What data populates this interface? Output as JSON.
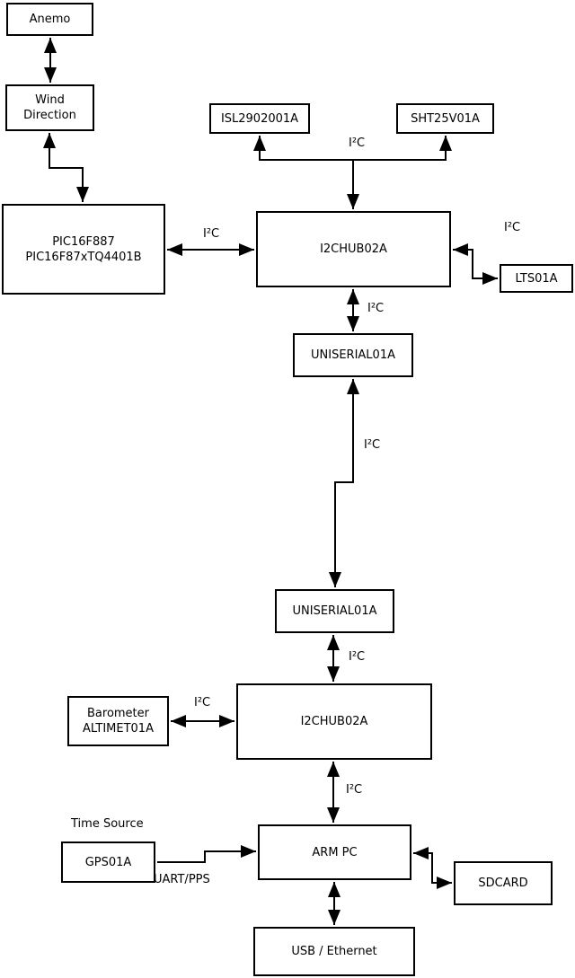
{
  "nodes": {
    "anemo": {
      "label": "Anemo"
    },
    "wind_direction": {
      "line1": "Wind",
      "line2": "Direction"
    },
    "pic": {
      "line1": "PIC16F887",
      "line2": "PIC16F87xTQ4401B"
    },
    "isl": {
      "label": "ISL2902001A"
    },
    "sht": {
      "label": "SHT25V01A"
    },
    "hub_upper": {
      "label": "I2CHUB02A"
    },
    "lts": {
      "label": "LTS01A"
    },
    "uniserial_upper": {
      "label": "UNISERIAL01A"
    },
    "uniserial_lower": {
      "label": "UNISERIAL01A"
    },
    "hub_lower": {
      "label": "I2CHUB02A"
    },
    "barometer": {
      "line1": "Barometer",
      "line2": "ALTIMET01A"
    },
    "gps": {
      "label": "GPS01A"
    },
    "arm_pc": {
      "label": "ARM PC"
    },
    "sdcard": {
      "label": "SDCARD"
    },
    "usb_ethernet": {
      "label": "USB / Ethernet"
    }
  },
  "labels": {
    "i2c": "I²C",
    "time_source": "Time Source",
    "uart_pps": "UART/PPS"
  },
  "connections": [
    {
      "from": "Anemo",
      "to": "Wind Direction",
      "bidirectional": true,
      "label": ""
    },
    {
      "from": "Wind Direction",
      "to": "PIC16F887 PIC16F87xTQ4401B",
      "bidirectional": true,
      "label": ""
    },
    {
      "from": "I2CHUB02A (upper)",
      "to": "ISL2902001A",
      "bidirectional": false,
      "label": "I²C"
    },
    {
      "from": "I2CHUB02A (upper)",
      "to": "SHT25V01A",
      "bidirectional": false,
      "label": "I²C"
    },
    {
      "from": "PIC16F887 PIC16F87xTQ4401B",
      "to": "I2CHUB02A (upper)",
      "bidirectional": true,
      "label": "I²C"
    },
    {
      "from": "I2CHUB02A (upper)",
      "to": "LTS01A",
      "bidirectional": true,
      "label": "I²C"
    },
    {
      "from": "I2CHUB02A (upper)",
      "to": "UNISERIAL01A (upper)",
      "bidirectional": true,
      "label": "I²C"
    },
    {
      "from": "UNISERIAL01A (upper)",
      "to": "UNISERIAL01A (lower)",
      "bidirectional": true,
      "label": "I²C"
    },
    {
      "from": "UNISERIAL01A (lower)",
      "to": "I2CHUB02A (lower)",
      "bidirectional": true,
      "label": "I²C"
    },
    {
      "from": "Barometer ALTIMET01A",
      "to": "I2CHUB02A (lower)",
      "bidirectional": true,
      "label": "I²C"
    },
    {
      "from": "I2CHUB02A (lower)",
      "to": "ARM PC",
      "bidirectional": true,
      "label": "I²C"
    },
    {
      "from": "GPS01A",
      "to": "ARM PC",
      "bidirectional": false,
      "label": "UART/PPS"
    },
    {
      "from": "ARM PC",
      "to": "SDCARD",
      "bidirectional": true,
      "label": ""
    },
    {
      "from": "ARM PC",
      "to": "USB / Ethernet",
      "bidirectional": true,
      "label": ""
    }
  ],
  "colors": {
    "background": "#ffffff",
    "line": "#000000",
    "box_fill": "#ffffff",
    "text": "#000000"
  }
}
